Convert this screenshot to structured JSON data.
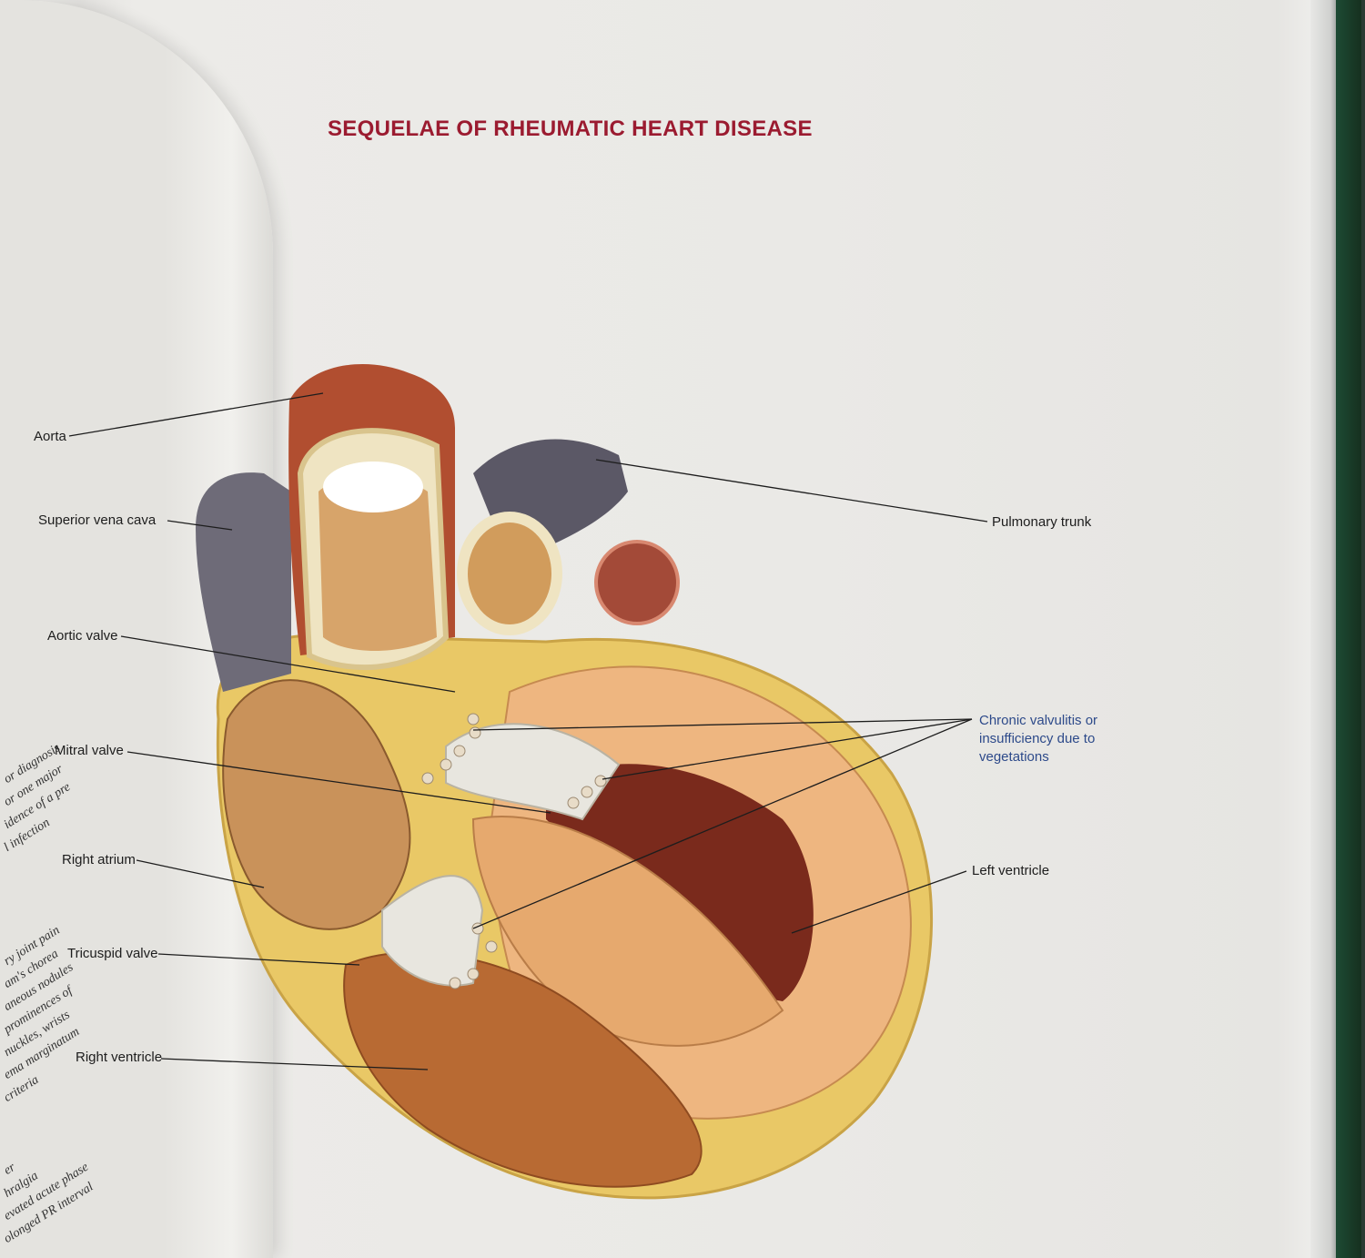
{
  "title": "SEQUELAE OF RHEUMATIC HEART DISEASE",
  "labels": {
    "aorta": "Aorta",
    "superior_vena_cava": "Superior vena cava",
    "aortic_valve": "Aortic valve",
    "mitral_valve": "Mitral valve",
    "right_atrium": "Right atrium",
    "tricuspid_valve": "Tricuspid valve",
    "right_ventricle": "Right ventricle",
    "pulmonary_trunk": "Pulmonary trunk",
    "chronic_line1": "Chronic valvulitis or",
    "chronic_line2": "insufficiency due to",
    "chronic_line3": "vegetations",
    "left_ventricle": "Left ventricle"
  },
  "left_page_fragments": [
    "or diagnosis",
    "or one major",
    "idence of a pre",
    "l infection",
    "ry joint pain",
    "am's chorea",
    "aneous nodules",
    "prominences of",
    "nuckles, wrists",
    "ema marginatum",
    "criteria",
    "er",
    "hralgia",
    "evated acute phase",
    "olonged PR interval"
  ],
  "colors": {
    "title": "#9b1b30",
    "callout": "#2d4a8a"
  }
}
